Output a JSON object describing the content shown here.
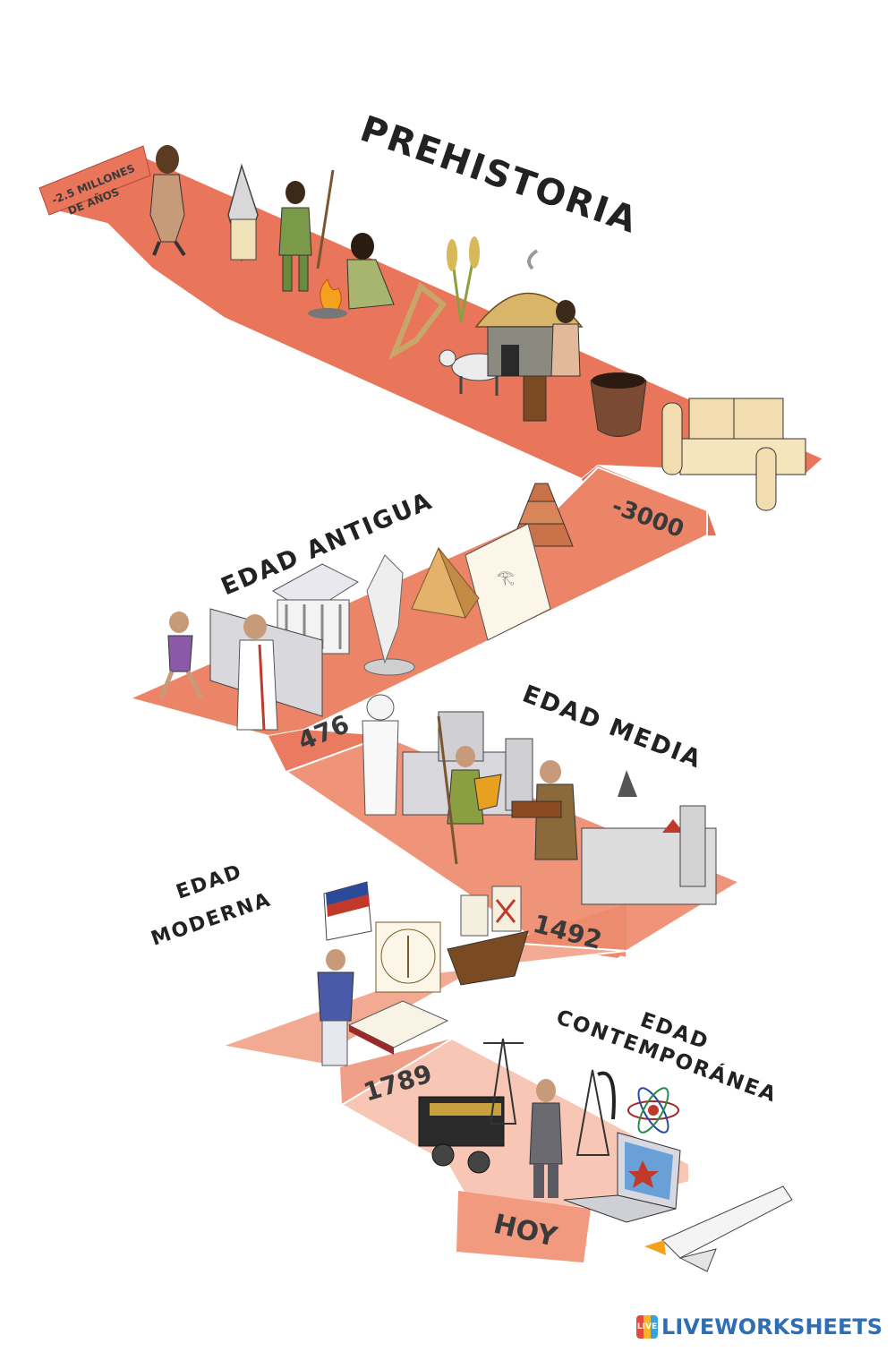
{
  "eras": {
    "prehistoria": "PREHISTORIA",
    "antigua": "EDAD ANTIGUA",
    "media": "EDAD MEDIA",
    "moderna_line1": "EDAD",
    "moderna_line2": "MODERNA",
    "contemporanea_line1": "EDAD",
    "contemporanea_line2": "CONTEMPORÁNEA"
  },
  "dates": {
    "start_line1": "-2.5 MILLONES",
    "start_line2": "DE AÑOS",
    "d3000": "-3000",
    "d476": "476",
    "d1492": "1492",
    "d1789": "1789",
    "hoy": "HOY"
  },
  "brand": {
    "badge": "LIVE",
    "name": "LIVEWORKSHEETS"
  },
  "colors": {
    "prehistoria": "#e9765a",
    "antigua": "#ec8468",
    "media": "#ef9478",
    "moderna": "#f2aa92",
    "contemporanea": "#f7c6b5",
    "hoy": "#f29a80",
    "brand": "#2d6fb6"
  },
  "icons": [
    "caveman-icon",
    "flint-tool-icon",
    "hunter-icon",
    "fire-icon",
    "sitting-woman-icon",
    "plough-icon",
    "wheat-icon",
    "goat-icon",
    "hut-icon",
    "smith-icon",
    "pottery-icon",
    "walled-village-icon",
    "ziggurat-icon",
    "papyrus-icon",
    "pyramid-icon",
    "discobolus-icon",
    "greek-temple-icon",
    "roman-soldier-icon",
    "senator-icon",
    "arab-scholar-icon",
    "castle-icon",
    "knight-icon",
    "monk-scribe-icon",
    "medieval-city-icon",
    "caravel-icon",
    "vitruvian-man-icon",
    "revolutionary-flag-icon",
    "book-icon",
    "locomotive-icon",
    "pylon-icon",
    "businessman-icon",
    "oil-derrick-icon",
    "atom-icon",
    "laptop-icon",
    "space-shuttle-icon"
  ]
}
